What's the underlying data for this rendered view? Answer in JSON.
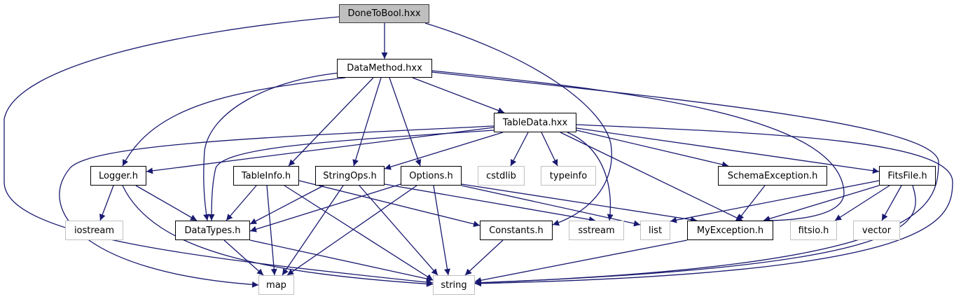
{
  "diagram": {
    "title": "DoneToBool.hxx include dependency graph",
    "edge_color": "#191970",
    "root_fill": "#bfbfbf",
    "external_border": "#c0c0c0",
    "nodes": [
      {
        "id": "DoneToBool",
        "label": "DoneToBool.hxx",
        "kind": "root"
      },
      {
        "id": "DataMethod",
        "label": "DataMethod.hxx",
        "kind": "internal"
      },
      {
        "id": "TableData",
        "label": "TableData.hxx",
        "kind": "internal"
      },
      {
        "id": "Logger",
        "label": "Logger.h",
        "kind": "internal"
      },
      {
        "id": "TableInfo",
        "label": "TableInfo.h",
        "kind": "internal"
      },
      {
        "id": "StringOps",
        "label": "StringOps.h",
        "kind": "internal"
      },
      {
        "id": "Options",
        "label": "Options.h",
        "kind": "internal"
      },
      {
        "id": "cstdlib",
        "label": "cstdlib",
        "kind": "external"
      },
      {
        "id": "typeinfo",
        "label": "typeinfo",
        "kind": "external"
      },
      {
        "id": "SchemaException",
        "label": "SchemaException.h",
        "kind": "internal"
      },
      {
        "id": "FitsFile",
        "label": "FitsFile.h",
        "kind": "internal"
      },
      {
        "id": "iostream",
        "label": "iostream",
        "kind": "external"
      },
      {
        "id": "DataTypes",
        "label": "DataTypes.h",
        "kind": "internal"
      },
      {
        "id": "Constants",
        "label": "Constants.h",
        "kind": "internal"
      },
      {
        "id": "sstream",
        "label": "sstream",
        "kind": "external"
      },
      {
        "id": "list",
        "label": "list",
        "kind": "external"
      },
      {
        "id": "MyException",
        "label": "MyException.h",
        "kind": "internal"
      },
      {
        "id": "fitsio",
        "label": "fitsio.h",
        "kind": "external"
      },
      {
        "id": "vector",
        "label": "vector",
        "kind": "external"
      },
      {
        "id": "map",
        "label": "map",
        "kind": "external"
      },
      {
        "id": "string",
        "label": "string",
        "kind": "external"
      }
    ],
    "edges": [
      [
        "DoneToBool",
        "DataMethod"
      ],
      [
        "DoneToBool",
        "Constants"
      ],
      [
        "DoneToBool",
        "string"
      ],
      [
        "DataMethod",
        "TableData"
      ],
      [
        "DataMethod",
        "Logger"
      ],
      [
        "DataMethod",
        "TableInfo"
      ],
      [
        "DataMethod",
        "StringOps"
      ],
      [
        "DataMethod",
        "Options"
      ],
      [
        "DataMethod",
        "DataTypes"
      ],
      [
        "DataMethod",
        "MyException"
      ],
      [
        "DataMethod",
        "string"
      ],
      [
        "TableData",
        "Logger"
      ],
      [
        "TableData",
        "StringOps"
      ],
      [
        "TableData",
        "DataTypes"
      ],
      [
        "TableData",
        "cstdlib"
      ],
      [
        "TableData",
        "typeinfo"
      ],
      [
        "TableData",
        "SchemaException"
      ],
      [
        "TableData",
        "FitsFile"
      ],
      [
        "TableData",
        "sstream"
      ],
      [
        "TableData",
        "MyException"
      ],
      [
        "TableData",
        "map"
      ],
      [
        "TableData",
        "string"
      ],
      [
        "Logger",
        "iostream"
      ],
      [
        "Logger",
        "DataTypes"
      ],
      [
        "Logger",
        "string"
      ],
      [
        "TableInfo",
        "DataTypes"
      ],
      [
        "TableInfo",
        "Constants"
      ],
      [
        "TableInfo",
        "map"
      ],
      [
        "TableInfo",
        "string"
      ],
      [
        "StringOps",
        "DataTypes"
      ],
      [
        "StringOps",
        "sstream"
      ],
      [
        "StringOps",
        "map"
      ],
      [
        "StringOps",
        "string"
      ],
      [
        "Options",
        "DataTypes"
      ],
      [
        "Options",
        "list"
      ],
      [
        "Options",
        "MyException"
      ],
      [
        "Options",
        "map"
      ],
      [
        "Options",
        "string"
      ],
      [
        "SchemaException",
        "MyException"
      ],
      [
        "FitsFile",
        "list"
      ],
      [
        "FitsFile",
        "MyException"
      ],
      [
        "FitsFile",
        "fitsio"
      ],
      [
        "FitsFile",
        "vector"
      ],
      [
        "FitsFile",
        "string"
      ],
      [
        "DataTypes",
        "map"
      ],
      [
        "DataTypes",
        "string"
      ],
      [
        "Constants",
        "string"
      ],
      [
        "MyException",
        "string"
      ]
    ]
  }
}
